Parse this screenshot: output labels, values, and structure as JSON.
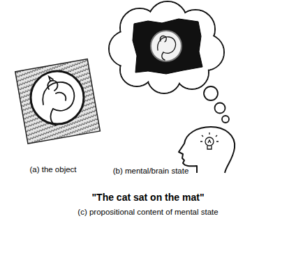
{
  "diagram": {
    "labels": [
      "(a) the object",
      "(b) mental/brain state",
      "\"The cat sat on the mat\"",
      "(c) propositional content of mental state"
    ]
  }
}
